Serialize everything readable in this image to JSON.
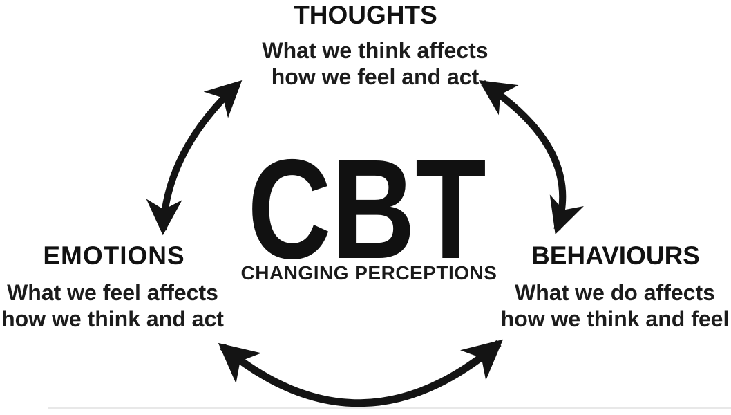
{
  "center": {
    "title": "CBT",
    "tagline": "CHANGING PERCEPTIONS"
  },
  "nodes": {
    "thoughts": {
      "label": "THOUGHTS",
      "line1": "What we think affects",
      "line2": "how we feel and act"
    },
    "emotions": {
      "label": "EMOTIONS",
      "line1": "What we feel affects",
      "line2": "how we think and act"
    },
    "behaviours": {
      "label": "BEHAVIOURS",
      "line1": "What we do affects",
      "line2": "how we think and feel"
    }
  },
  "connections": [
    {
      "from": "THOUGHTS",
      "to": "EMOTIONS",
      "style": "curved double-headed arrow"
    },
    {
      "from": "THOUGHTS",
      "to": "BEHAVIOURS",
      "style": "curved double-headed arrow"
    },
    {
      "from": "EMOTIONS",
      "to": "BEHAVIOURS",
      "style": "curved double-headed arrow"
    }
  ],
  "colors": {
    "ink": "#141414",
    "background": "#ffffff"
  }
}
